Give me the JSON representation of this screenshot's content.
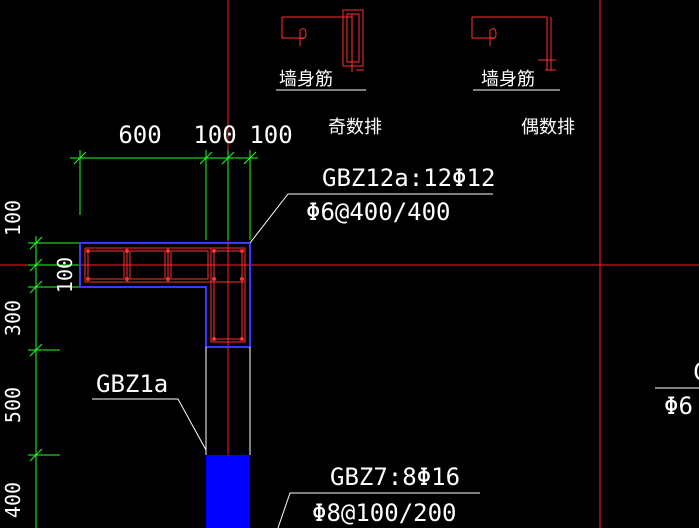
{
  "colors": {
    "background": "#000000",
    "text": "#ffffff",
    "axis": "#ff2020",
    "dimension": "#20ff20",
    "wall_outline": "#3a3aff",
    "wall_fill": "#0000ff",
    "rebar": "#ff3030",
    "leader": "#ffffff"
  },
  "dimensions": {
    "top": [
      "600",
      "100",
      "100"
    ],
    "left": [
      "100",
      "100",
      "300",
      "500",
      "400"
    ]
  },
  "labels": {
    "gbz12a_main": "GBZ12a:12Φ12",
    "gbz12a_stirrup": "Φ6@400/400",
    "gbz1a": "GBZ1a",
    "gbz7_main": "GBZ7:8Φ16",
    "gbz7_stirrup": "Φ8@100/200",
    "right_partial_top": "C",
    "right_partial_bottom": "Φ6"
  },
  "rebar_details": [
    {
      "caption": "墙身筋",
      "note": "奇数排"
    },
    {
      "caption": "墙身筋",
      "note": "偶数排"
    }
  ]
}
